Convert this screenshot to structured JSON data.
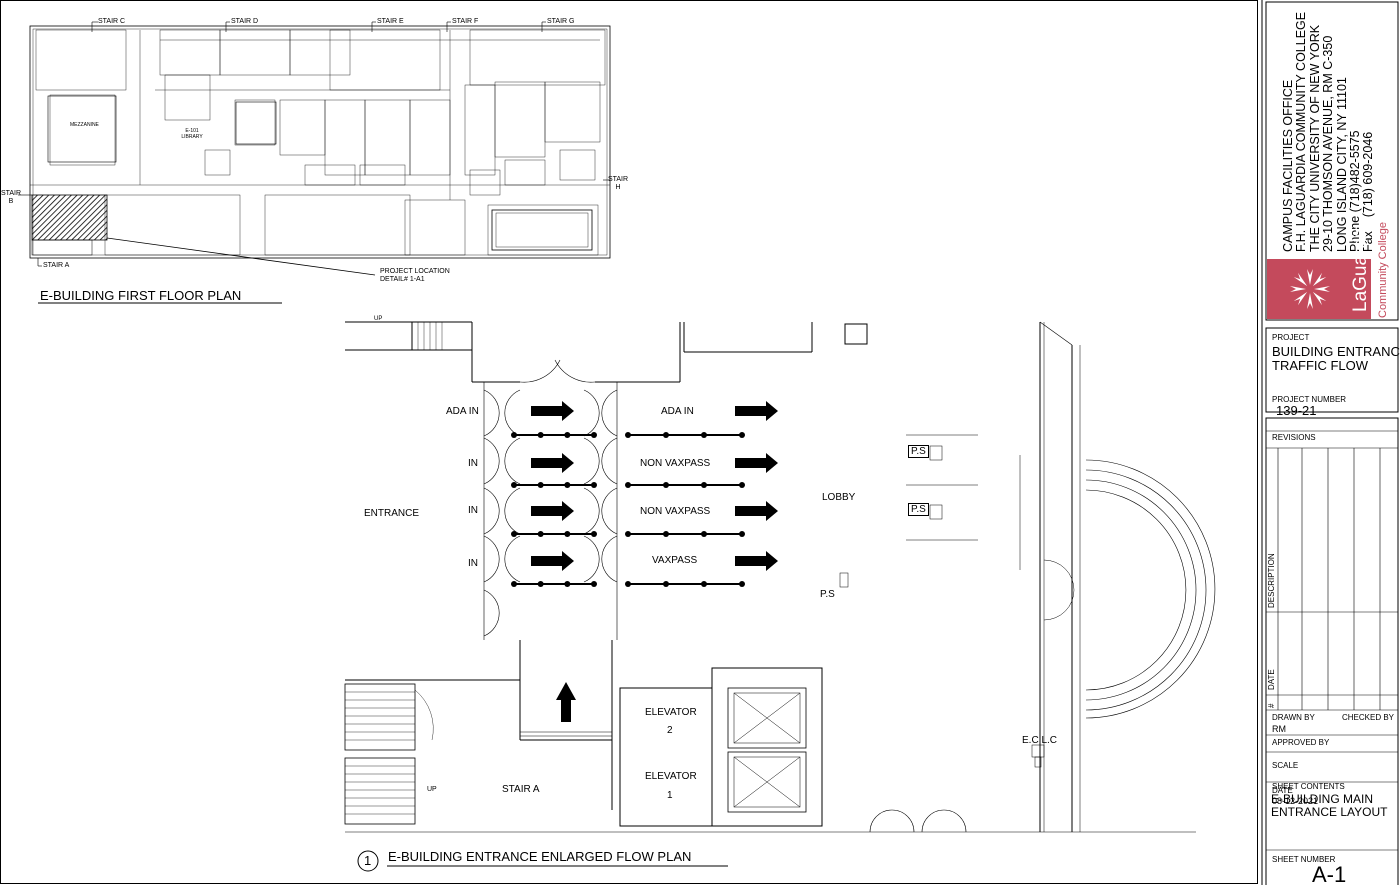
{
  "key_plan": {
    "title": "E-BUILDING FIRST FLOOR PLAN",
    "stairs": [
      "STAIR C",
      "STAIR D",
      "STAIR E",
      "STAIR F",
      "STAIR G",
      "STAIR H",
      "STAIR B",
      "STAIR A"
    ],
    "rooms": [
      "MEZZANINE",
      "E-101 LIBRARY"
    ],
    "callout_line1": "PROJECT LOCATION",
    "callout_line2": "DETAIL# 1-A1"
  },
  "flow_plan": {
    "title": "E-BUILDING ENTRANCE ENLARGED FLOW PLAN",
    "detail_number": "1",
    "lane_labels_left": [
      "ADA IN",
      "IN",
      "IN",
      "IN"
    ],
    "lane_labels_right": [
      "ADA IN",
      "NON VAXPASS",
      "NON VAXPASS",
      "VAXPASS"
    ],
    "entrance": "ENTRANCE",
    "lobby": "LOBBY",
    "ps": "P.S",
    "eclc": "E.C.L.C",
    "elevator2_line1": "ELEVATOR",
    "elevator2_line2": "2",
    "elevator1_line1": "ELEVATOR",
    "elevator1_line2": "1",
    "stair_a": "STAIR A",
    "up_top": "UP",
    "up_bottom": "UP"
  },
  "title_block": {
    "office_lines": [
      "CAMPUS FACILITIES OFFICE",
      "F.H. LAGUARDIA COMMUNITY COLLEGE",
      "THE CITY UNIVERSITY OF NEW YORK",
      "29-10 THOMSON AVENUE, RM C-350",
      "LONG ISLAND CITY, NY 11101",
      "Phone (718)482-5575",
      "Fax    (718) 609-2046"
    ],
    "logo_name": "LaGuardia",
    "logo_sub": "Community College",
    "brand_color": "#c44a5c",
    "project_label": "PROJECT",
    "project_line1": "BUILDING ENTRANCE",
    "project_line2": "TRAFFIC FLOW",
    "project_number_label": "PROJECT NUMBER",
    "project_number": "139-21",
    "revisions_label": "REVISIONS",
    "description_label": "DESCRIPTION",
    "date_col_label": "DATE",
    "num_col_label": "#",
    "drawn_by_label": "DRAWN BY",
    "checked_by_label": "CHECKED BY",
    "drawn_by": "RM",
    "approved_by_label": "APPROVED BY",
    "scale_label": "SCALE",
    "date_label": "DATE",
    "date": "08-12-2021",
    "sheet_contents_label": "SHEET CONTENTS",
    "sheet_contents_line1": "E-BUILDING MAIN",
    "sheet_contents_line2": "ENTRANCE LAYOUT",
    "sheet_number_label": "SHEET NUMBER",
    "sheet_number": "A-1"
  }
}
